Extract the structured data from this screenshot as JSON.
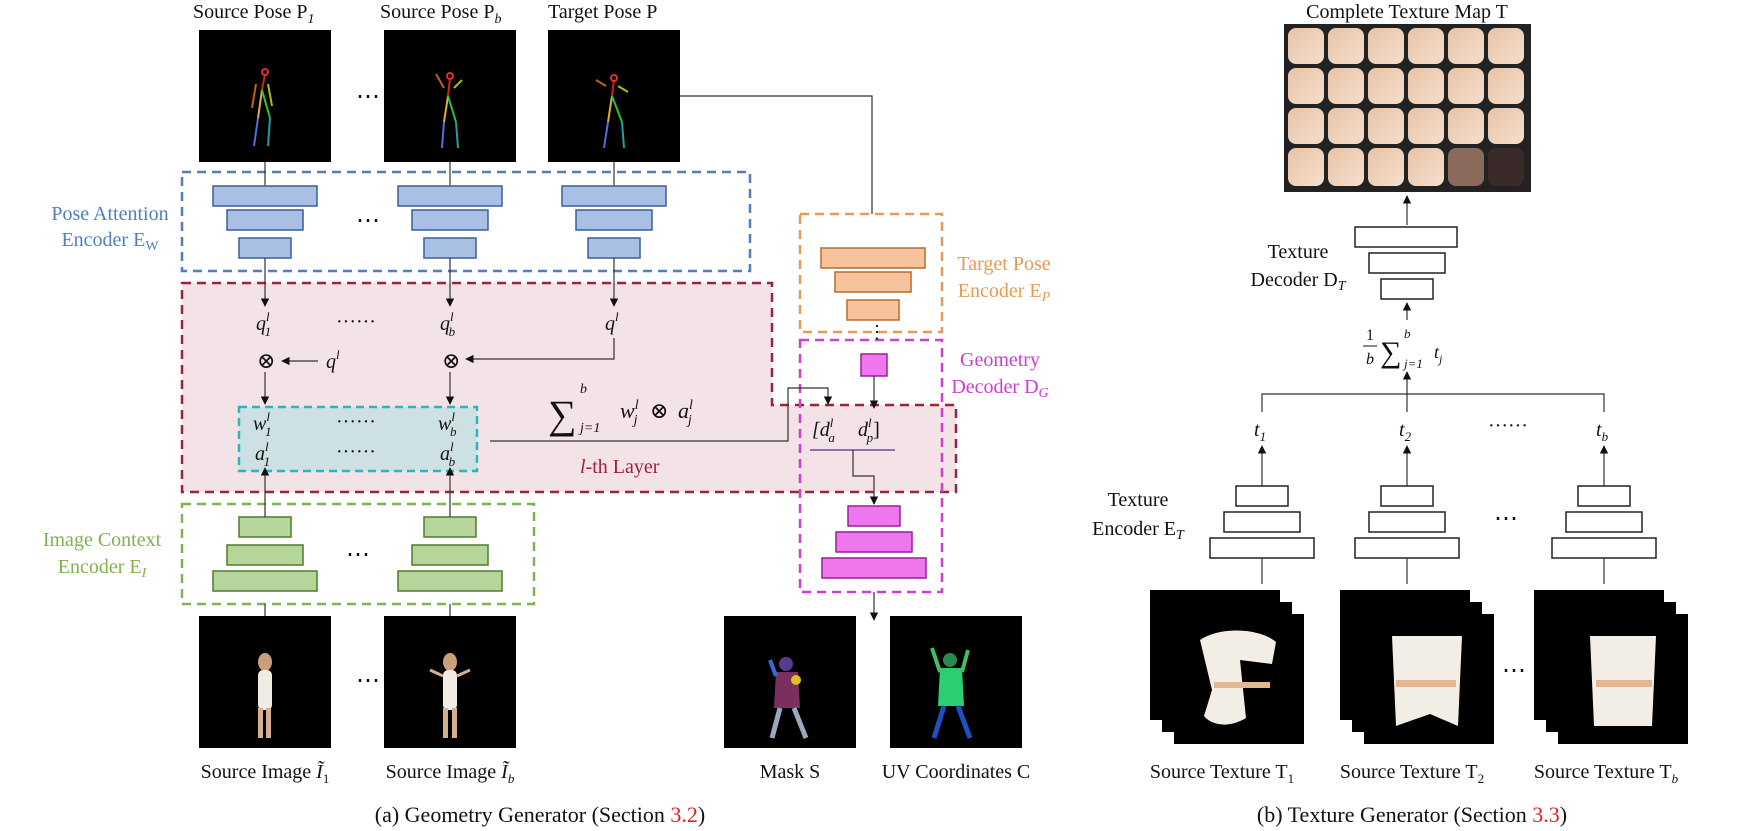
{
  "geometry_generator": {
    "source_pose_1_label": "Source Pose P",
    "source_pose_1_sub": "1",
    "source_pose_b_label": "Source Pose P",
    "source_pose_b_sub": "b",
    "target_pose_label": "Target Pose P",
    "ellipsis": "⋯",
    "dots": "······",
    "pose_attention_label_1": "Pose Attention",
    "pose_attention_label_2": "Encoder E",
    "pose_attention_sub": "W",
    "image_context_label_1": "Image Context",
    "image_context_label_2": "Encoder E",
    "image_context_sub": "I",
    "target_pose_enc_label_1": "Target Pose",
    "target_pose_enc_label_2": "Encoder E",
    "target_pose_enc_sub": "P",
    "geometry_dec_label_1": "Geometry",
    "geometry_dec_label_2": "Decoder D",
    "geometry_dec_sub": "G",
    "q1": "q",
    "q1_sub": "1",
    "qb": "q",
    "qb_sub": "b",
    "ql": "q",
    "ql_sup": "l",
    "otimes": "⊗",
    "w1": "w",
    "w1_sub": "1",
    "wb": "w",
    "wb_sub": "b",
    "a1": "a",
    "a1_sub": "1",
    "ab": "a",
    "ab_sub": "b",
    "sum_symbol": "∑",
    "sum_lower": "j=1",
    "sum_upper": "b",
    "sum_body": "w",
    "sum_body_sub": "j",
    "sum_a": "a",
    "sum_a_sub": "j",
    "concat_left": "[d",
    "concat_left_sub": "a",
    "concat_right": "d",
    "concat_right_sub": "p",
    "layer_label_l": "l",
    "layer_label_rest": "-th Layer",
    "source_image_1_label": "Source Image ",
    "source_image_1_sym": "Ĩ",
    "source_image_1_sub": "1",
    "source_image_b_label": "Source Image ",
    "source_image_b_sym": "Ĩ",
    "source_image_b_sub": "b",
    "mask_label": "Mask S",
    "uv_label": "UV Coordinates C",
    "caption_prefix": "(a)  Geometry Generator (Section ",
    "caption_ref": "3.2",
    "caption_suffix": ")"
  },
  "texture_generator": {
    "complete_map_label": "Complete Texture Map T",
    "decoder_label_1": "Texture",
    "decoder_label_2": "Decoder D",
    "decoder_sub": "T",
    "frac_num": "1",
    "frac_den": "b",
    "sum_symbol": "∑",
    "sum_lower": "j=1",
    "sum_upper": "b",
    "sum_body": "t",
    "sum_body_sub": "j",
    "t1": "t",
    "t1_sub": "1",
    "t2": "t",
    "t2_sub": "2",
    "tb": "t",
    "tb_sub": "b",
    "dots": "······",
    "ellipsis": "⋯",
    "encoder_label_1": "Texture",
    "encoder_label_2": "Encoder E",
    "encoder_sub": "T",
    "source_texture_1": "Source Texture T",
    "source_texture_1_sub": "1",
    "source_texture_2": "Source Texture T",
    "source_texture_2_sub": "2",
    "source_texture_b": "Source Texture T",
    "source_texture_b_sub": "b",
    "caption_prefix": "(b)  Texture Generator (Section ",
    "caption_ref": "3.3",
    "caption_suffix": ")"
  },
  "colors": {
    "pose_blue": "#4f7fc0",
    "pose_fill": "#a9bfe3",
    "image_green": "#7fb34f",
    "image_fill": "#b5d59a",
    "target_orange": "#e89a54",
    "target_fill": "#f6c39c",
    "geometry_magenta": "#d23cd2",
    "geometry_fill": "#ee77ee",
    "layer_crimson": "#a1203f",
    "layer_fill": "#f3e2e6",
    "weights_cyan": "#2ab5c3",
    "weights_fill": "#cde0e4",
    "ref_red": "#e02020"
  }
}
